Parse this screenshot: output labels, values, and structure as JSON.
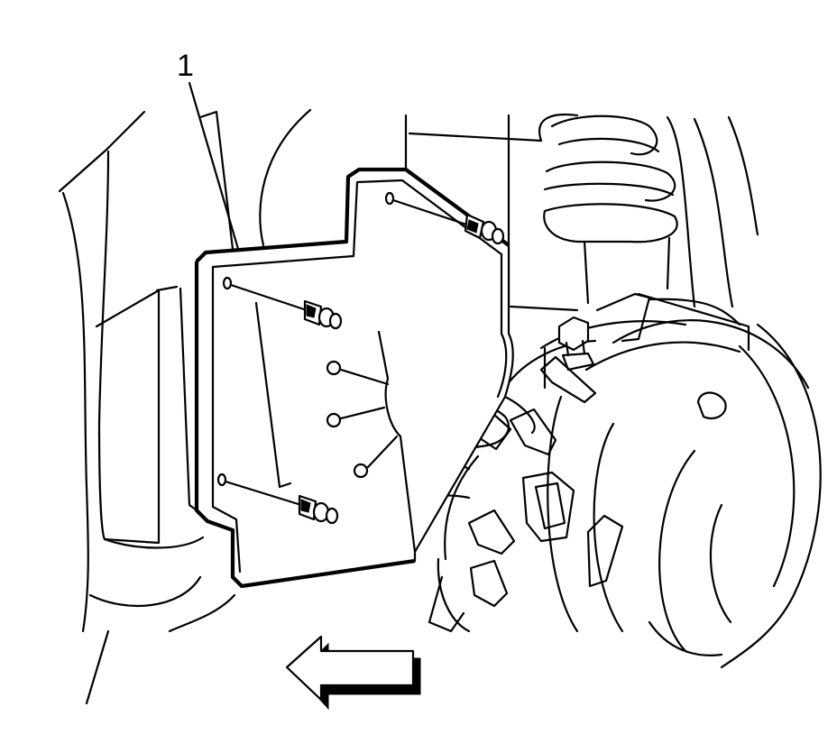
{
  "diagram": {
    "callouts": [
      {
        "id": "1",
        "label": "1"
      }
    ],
    "colors": {
      "stroke": "#000000",
      "background": "#ffffff"
    },
    "icons": [
      "direction-arrow-left",
      "push-pin-fastener",
      "splash-shield"
    ]
  }
}
